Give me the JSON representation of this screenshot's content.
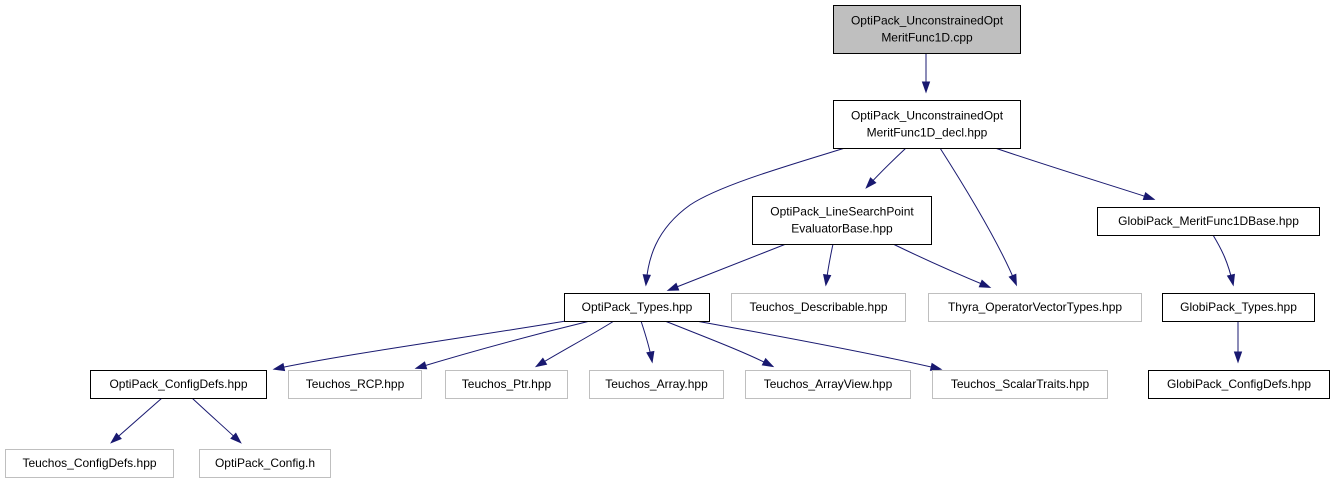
{
  "nodes": [
    {
      "id": "root",
      "lines": [
        "OptiPack_UnconstrainedOpt",
        "MeritFunc1D.cpp"
      ],
      "kind": "root"
    },
    {
      "id": "decl",
      "lines": [
        "OptiPack_UnconstrainedOpt",
        "MeritFunc1D_decl.hpp"
      ],
      "kind": "internal"
    },
    {
      "id": "lsp",
      "lines": [
        "OptiPack_LineSearchPoint",
        "EvaluatorBase.hpp"
      ],
      "kind": "internal"
    },
    {
      "id": "globimerit",
      "lines": [
        "GlobiPack_MeritFunc1DBase.hpp"
      ],
      "kind": "internal"
    },
    {
      "id": "optitypes",
      "lines": [
        "OptiPack_Types.hpp"
      ],
      "kind": "internal"
    },
    {
      "id": "describable",
      "lines": [
        "Teuchos_Describable.hpp"
      ],
      "kind": "external"
    },
    {
      "id": "thyra",
      "lines": [
        "Thyra_OperatorVectorTypes.hpp"
      ],
      "kind": "external"
    },
    {
      "id": "globitypes",
      "lines": [
        "GlobiPack_Types.hpp"
      ],
      "kind": "internal"
    },
    {
      "id": "opticonfig",
      "lines": [
        "OptiPack_ConfigDefs.hpp"
      ],
      "kind": "internal"
    },
    {
      "id": "rcp",
      "lines": [
        "Teuchos_RCP.hpp"
      ],
      "kind": "external"
    },
    {
      "id": "ptr",
      "lines": [
        "Teuchos_Ptr.hpp"
      ],
      "kind": "external"
    },
    {
      "id": "array",
      "lines": [
        "Teuchos_Array.hpp"
      ],
      "kind": "external"
    },
    {
      "id": "arrayview",
      "lines": [
        "Teuchos_ArrayView.hpp"
      ],
      "kind": "external"
    },
    {
      "id": "scalar",
      "lines": [
        "Teuchos_ScalarTraits.hpp"
      ],
      "kind": "external"
    },
    {
      "id": "globiconfig",
      "lines": [
        "GlobiPack_ConfigDefs.hpp"
      ],
      "kind": "internal"
    },
    {
      "id": "teuchosconfig",
      "lines": [
        "Teuchos_ConfigDefs.hpp"
      ],
      "kind": "external"
    },
    {
      "id": "configh",
      "lines": [
        "OptiPack_Config.h"
      ],
      "kind": "external"
    }
  ],
  "edges": [
    {
      "from": "root",
      "to": "decl"
    },
    {
      "from": "decl",
      "to": "optitypes"
    },
    {
      "from": "decl",
      "to": "lsp"
    },
    {
      "from": "decl",
      "to": "thyra"
    },
    {
      "from": "decl",
      "to": "globimerit"
    },
    {
      "from": "lsp",
      "to": "optitypes"
    },
    {
      "from": "lsp",
      "to": "describable"
    },
    {
      "from": "lsp",
      "to": "thyra"
    },
    {
      "from": "globimerit",
      "to": "globitypes"
    },
    {
      "from": "globitypes",
      "to": "globiconfig"
    },
    {
      "from": "optitypes",
      "to": "opticonfig"
    },
    {
      "from": "optitypes",
      "to": "rcp"
    },
    {
      "from": "optitypes",
      "to": "ptr"
    },
    {
      "from": "optitypes",
      "to": "array"
    },
    {
      "from": "optitypes",
      "to": "arrayview"
    },
    {
      "from": "optitypes",
      "to": "scalar"
    },
    {
      "from": "opticonfig",
      "to": "teuchosconfig"
    },
    {
      "from": "opticonfig",
      "to": "configh"
    }
  ],
  "colors": {
    "edge": "#191970",
    "root_fill": "#bfbfbf",
    "node_border": "#000000",
    "external_border": "#bfbfbf"
  }
}
